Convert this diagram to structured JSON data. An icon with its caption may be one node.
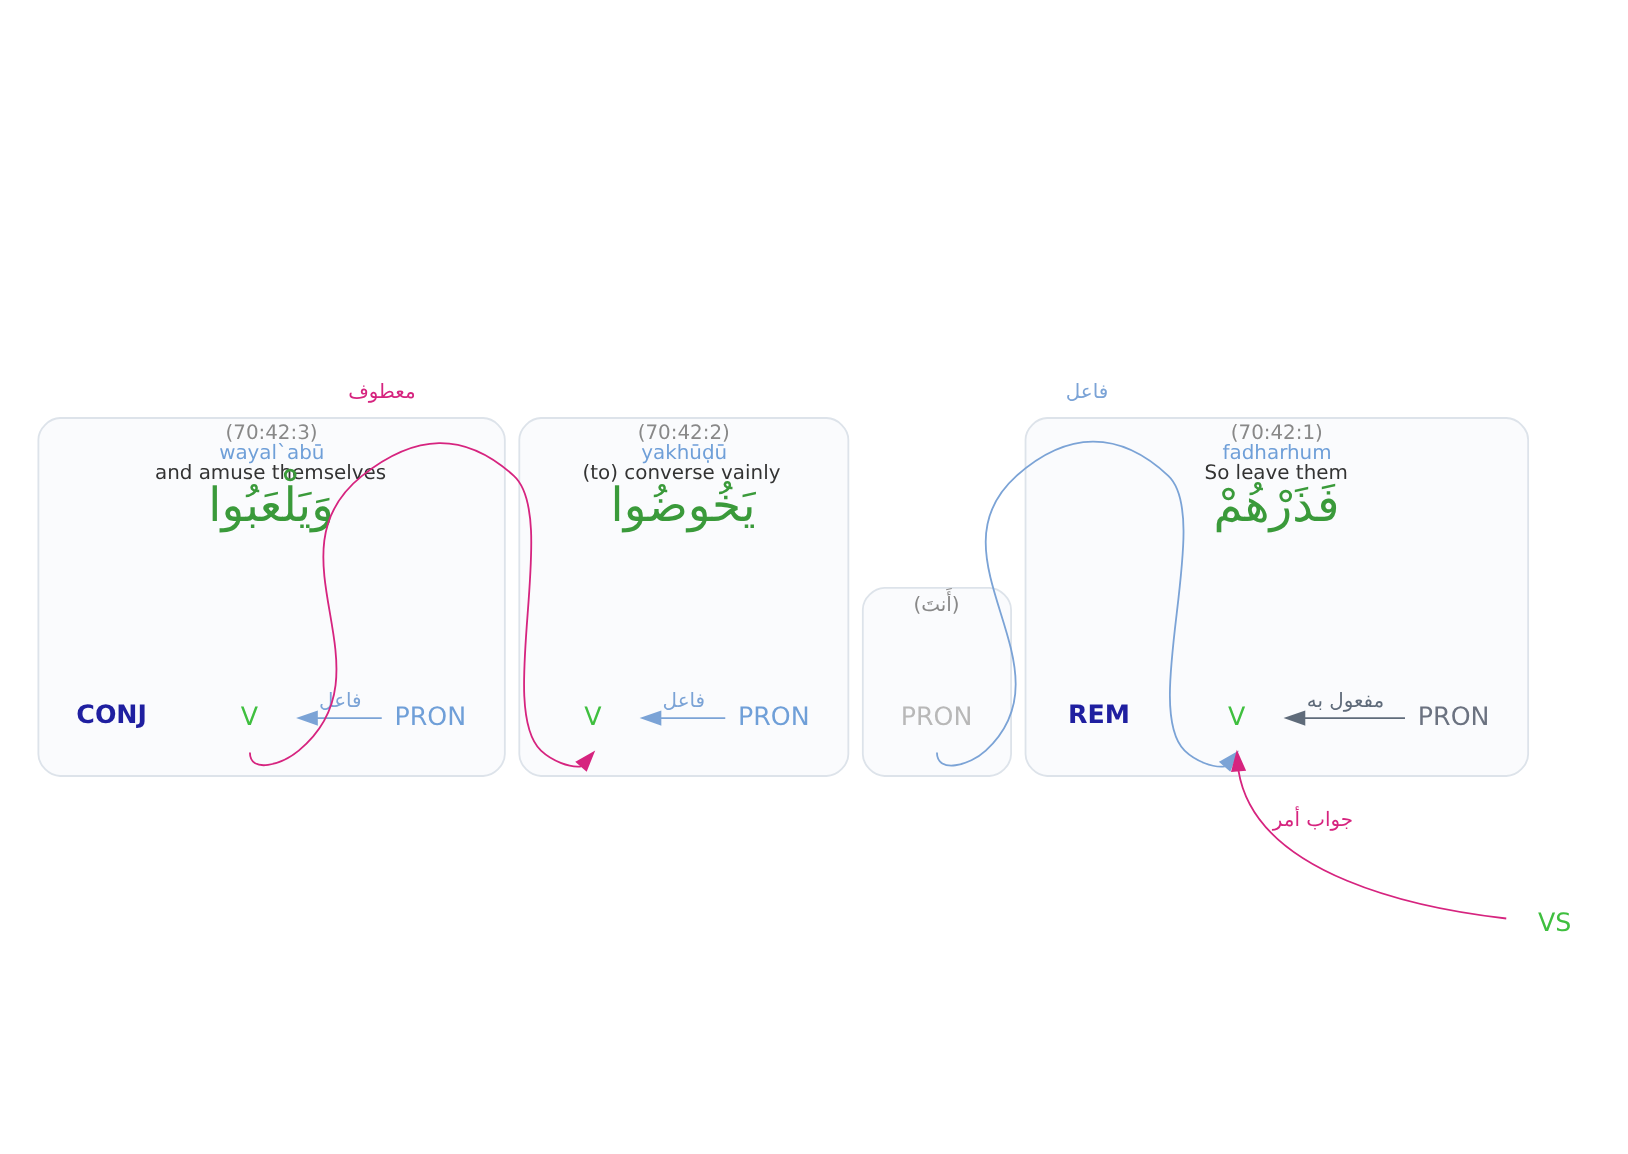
{
  "diagram": {
    "nodes": [
      {
        "text": [
          "(70:42:3)",
          "wayal`abū",
          "and amuse themselves",
          "وَيَلْعَبُوا"
        ]
      },
      {
        "text": [
          "PRON"
        ],
        "in": 0
      },
      {
        "text": [
          "V"
        ],
        "in": 0
      },
      {
        "text": [
          "CONJ"
        ],
        "in": 0
      },
      {
        "text": [
          "(70:42:2)",
          "yakhūḍū",
          "(to) converse vainly",
          "يَخُوضُوا"
        ]
      },
      {
        "text": [
          "PRON"
        ],
        "in": 4
      },
      {
        "text": [
          "V"
        ],
        "in": 4
      },
      {
        "text": [
          "(أَنتَ)"
        ]
      },
      {
        "text": [
          "PRON"
        ],
        "in": 7
      },
      {
        "text": [
          "(70:42:1)",
          "fadharhum",
          "So leave them",
          "فَذَرْهُمْ"
        ]
      },
      {
        "text": [
          "PRON"
        ],
        "in": 9
      },
      {
        "text": [
          "V"
        ],
        "in": 9
      },
      {
        "text": [
          "REM"
        ],
        "in": 9
      },
      {
        "text": [
          "VS"
        ]
      }
    ],
    "edges": [
      {
        "from": 1,
        "to": 2,
        "arrow": "to",
        "label": "فاعل",
        "color": "#7ba3d6"
      },
      {
        "from": 5,
        "to": 6,
        "arrow": "to",
        "label": "فاعل",
        "color": "#7ba3d6"
      },
      {
        "from": 2,
        "to": 6,
        "arrow": "to",
        "label": "معطوف",
        "color": "#d6247f"
      },
      {
        "from": 10,
        "to": 11,
        "arrow": "to",
        "label": "مفعول به",
        "color": "#5f6b7a"
      },
      {
        "from": 8,
        "to": 11,
        "arrow": "to",
        "label": "فاعل",
        "color": "#7ba3d6"
      },
      {
        "from": 13,
        "to": 11,
        "arrow": "to",
        "label": "جواب أمر",
        "color": "#d6247f"
      }
    ]
  }
}
